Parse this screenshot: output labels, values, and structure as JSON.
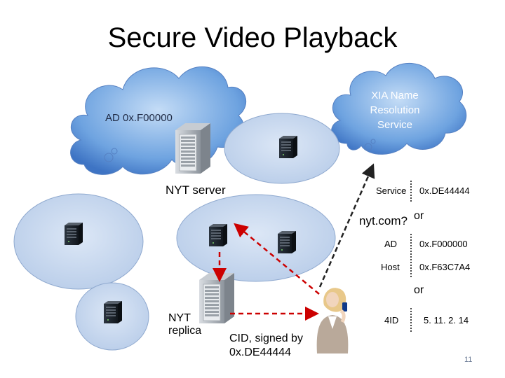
{
  "title": "Secure Video Playback",
  "clouds": {
    "left_label": "AD 0x.F00000",
    "right_label_lines": [
      "XIA Name",
      "Resolution",
      "Service"
    ]
  },
  "servers": {
    "nyt_server_label": "NYT server",
    "nyt_replica_lines": [
      "NYT",
      "replica"
    ]
  },
  "cid_label_lines": [
    "CID, signed by",
    "0x.DE44444"
  ],
  "query": "nyt.com?",
  "table": {
    "service": {
      "key": "Service",
      "value": "0x.DE44444"
    },
    "or1": "or",
    "ad": {
      "key": "AD",
      "value": "0x.F000000"
    },
    "host": {
      "key": "Host",
      "value": "0x.F63C7A4"
    },
    "or2": "or",
    "fourid": {
      "key": "4ID",
      "value": "5. 11. 2. 14"
    }
  },
  "slide_number": "11",
  "colors": {
    "cloud_fill": "#5f95da",
    "ellipse_fill": "#c8d8ef",
    "ellipse_stroke": "#8fa9cf",
    "server_dark": "#222a33",
    "arrow_red": "#cc0000",
    "arrow_black": "#222222"
  },
  "icons": [
    "server-icon",
    "person-with-phone-icon"
  ]
}
